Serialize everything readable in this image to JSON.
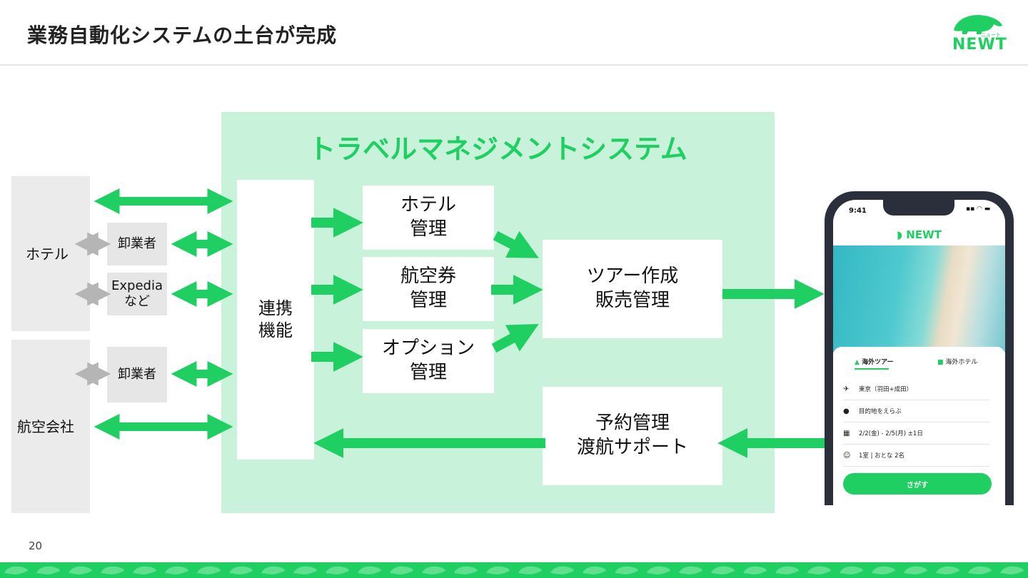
{
  "header": {
    "title": "業務自動化システムの土台が完成",
    "logo_text": "NEWT",
    "logo_kana": "ニュート"
  },
  "tms": {
    "title": "トラベルマネジメントシステム",
    "link": "連携\n機能",
    "hotel_mgmt": "ホテル\n管理",
    "air_mgmt": "航空券\n管理",
    "option_mgmt": "オプション\n管理",
    "tour": "ツアー作成\n販売管理",
    "reservation": "予約管理\n渡航サポート"
  },
  "suppliers": {
    "hotel": "ホテル",
    "wholesaler1": "卸業者",
    "expedia": "Expedia\nなど",
    "airline": "航空会社",
    "wholesaler2": "卸業者"
  },
  "phone": {
    "time": "9:41",
    "app_logo": "NEWT",
    "tab_tour": "海外ツアー",
    "tab_hotel": "海外ホテル",
    "origin": "東京（羽田+成田）",
    "destination": "目的地をえらぶ",
    "dates": "2/2(金) - 2/5(月) ±1日",
    "guests": "1室 | おとな 2名",
    "search_label": "さがす"
  },
  "page_number": "20",
  "colors": {
    "accent": "#1fcf62",
    "tms_bg": "#c8f3da",
    "grey_arrow": "#b5b5b5"
  }
}
